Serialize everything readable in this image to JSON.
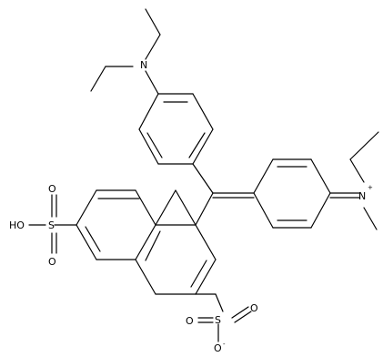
{
  "structure": {
    "atoms": {
      "n_amine": "N",
      "n_iminium": "N",
      "iminium_charge": "+",
      "s_upper": "S",
      "s_lower": "S",
      "o_s1_top": "O",
      "o_s1_bottom": "O",
      "oh_s1": "HO",
      "o_s2_top": "O",
      "o_s2_right": "O",
      "o_s2_anion": "O",
      "anion_charge": "-"
    },
    "colors": {
      "bond": "#000000",
      "text": "#000000",
      "background": "#ffffff"
    }
  }
}
